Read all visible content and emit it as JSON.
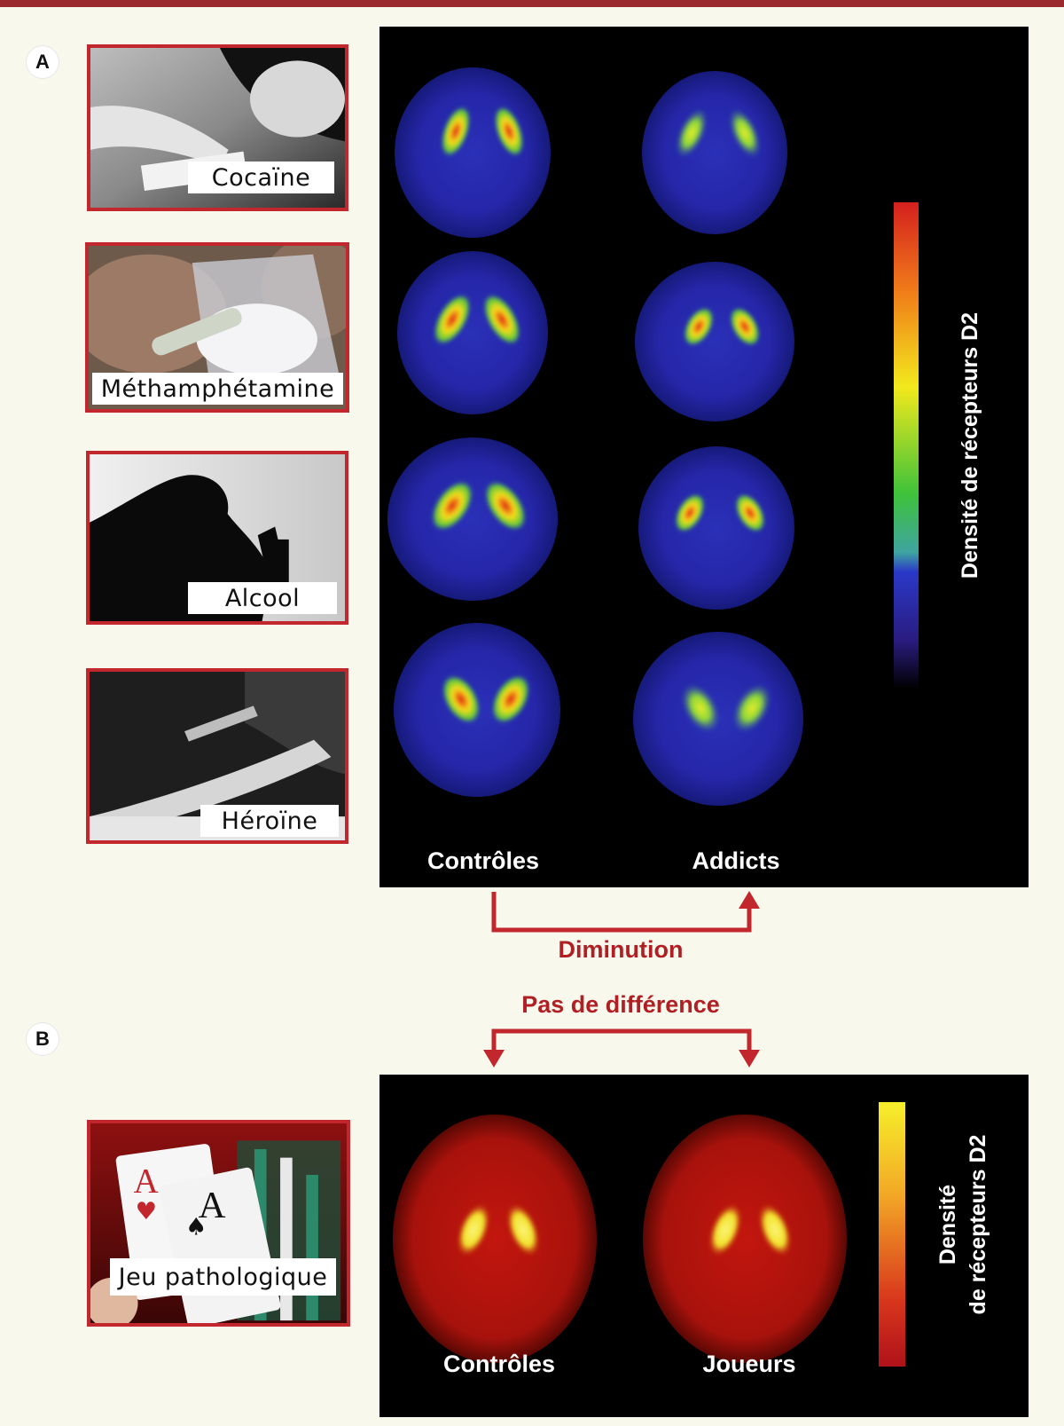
{
  "panel_a": {
    "badge": "A",
    "photos": [
      {
        "label": "Cocaïne",
        "icon": "cocaine-photo"
      },
      {
        "label": "Méthamphétamine",
        "icon": "methamphetamine-photo"
      },
      {
        "label": "Alcool",
        "icon": "alcohol-photo"
      },
      {
        "label": "Héroïne",
        "icon": "heroin-photo"
      }
    ],
    "scan_labels": {
      "left": "Contrôles",
      "right": "Addicts"
    },
    "colorbar_label": "Densité de récepteurs D2",
    "comparison": "Diminution"
  },
  "panel_b": {
    "badge": "B",
    "photo": {
      "label": "Jeu pathologique",
      "icon": "playing-cards-photo"
    },
    "scan_labels": {
      "left": "Contrôles",
      "right": "Joueurs"
    },
    "colorbar_label_line1": "Densité",
    "colorbar_label_line2": "de récepteurs D2",
    "comparison": "Pas de différence"
  },
  "colors": {
    "frame_red": "#c1272d",
    "label_red": "#b01f24",
    "page_background": "#f8f9ec"
  }
}
